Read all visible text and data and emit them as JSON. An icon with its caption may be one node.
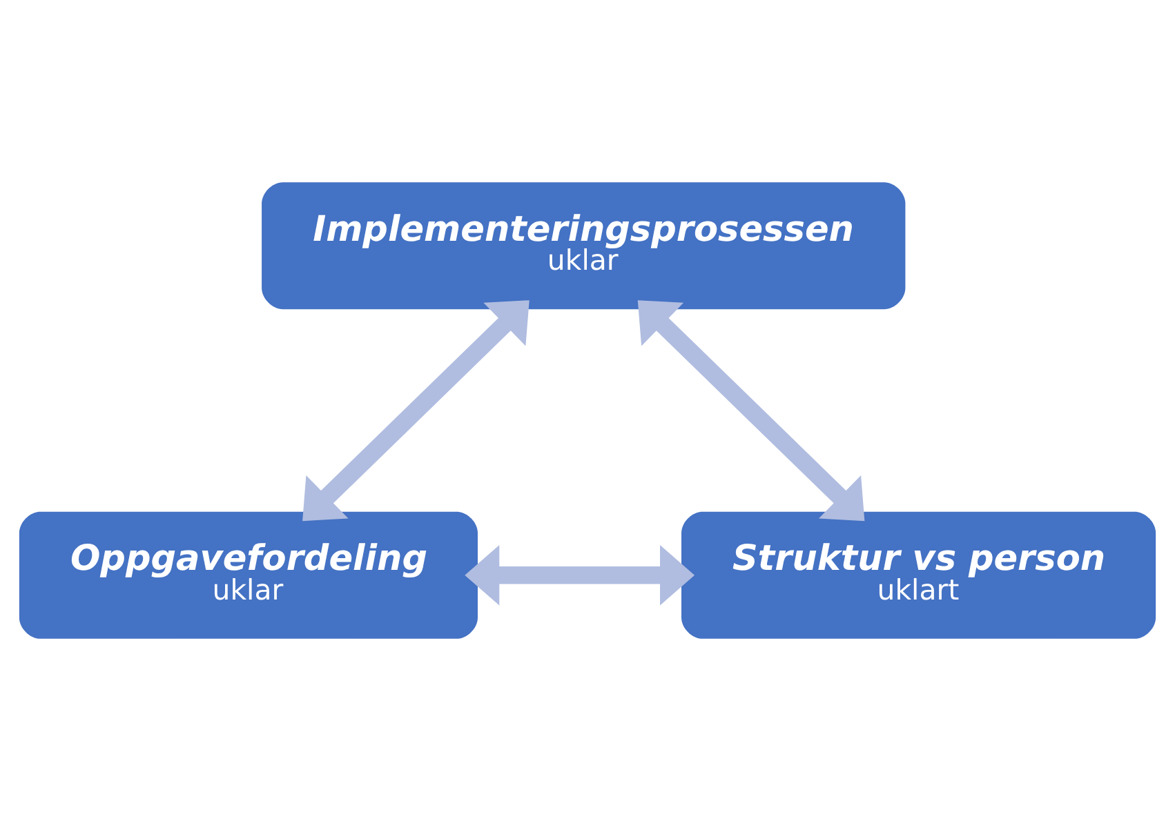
{
  "diagram": {
    "nodes": [
      {
        "text": [
          "Implementeringsprosessen",
          "uklar"
        ]
      },
      {
        "text": [
          "Oppgavefordeling",
          "uklar"
        ]
      },
      {
        "text": [
          "Struktur vs person",
          "uklart"
        ]
      }
    ],
    "edges": [
      {
        "from": 0,
        "to": 1,
        "arrow": "both"
      },
      {
        "from": 0,
        "to": 2,
        "arrow": "both"
      },
      {
        "from": 1,
        "to": 2,
        "arrow": "both"
      }
    ]
  }
}
